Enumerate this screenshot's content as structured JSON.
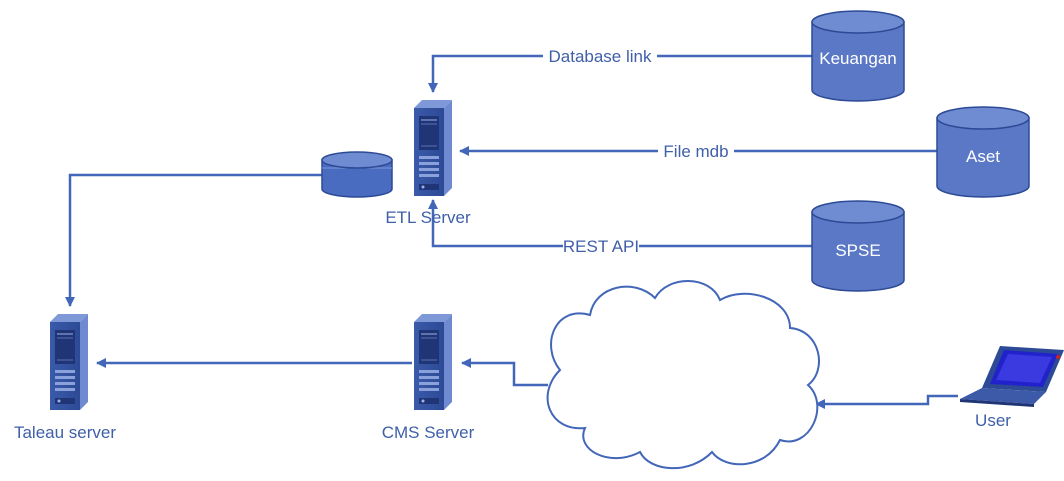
{
  "diagram": {
    "nodes": {
      "keuangan": {
        "label": "Keuangan"
      },
      "aset": {
        "label": "Aset"
      },
      "spse": {
        "label": "SPSE"
      },
      "etl_server": {
        "label": "ETL Server"
      },
      "cms_server": {
        "label": "CMS Server"
      },
      "taleau_server": {
        "label": "Taleau server"
      },
      "user": {
        "label": "User"
      }
    },
    "edges": {
      "database_link": {
        "label": "Database link"
      },
      "file_mdb": {
        "label": "File mdb"
      },
      "rest_api": {
        "label": "REST API"
      }
    }
  },
  "colors": {
    "primary": "#4a6cc0",
    "fill": "#5b78c6",
    "line": "#4266b8",
    "server_dark": "#2c4a95",
    "label": "#3f5fa8"
  },
  "icons": {
    "server": "server-tower-icon",
    "database": "database-cylinder-icon",
    "cloud": "cloud-icon",
    "laptop": "laptop-icon"
  }
}
